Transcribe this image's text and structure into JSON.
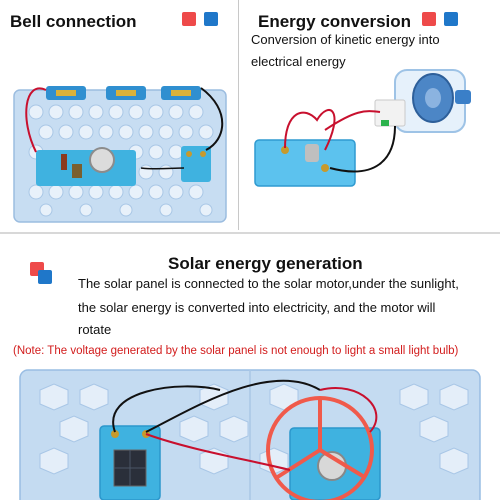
{
  "panels": {
    "bell": {
      "title": "Bell connection"
    },
    "energy": {
      "title": "Energy conversion",
      "desc_line1": "Conversion of kinetic energy into",
      "desc_line2": "electrical energy"
    },
    "solar": {
      "title": "Solar energy generation",
      "line1": "The solar panel is connected to the solar motor,under the sunlight,",
      "line2": "the solar energy is converted into electricity, and the motor will",
      "line3": "rotate",
      "note": "(Note: The voltage generated by the solar panel is not enough to light a small light bulb)"
    }
  },
  "colors": {
    "swatch_red": "#ee4a4a",
    "swatch_blue": "#1f77c9",
    "note_red": "#d21c1c",
    "board_blue": "#bcd6ee",
    "module_blue": "#3fb2e0",
    "wire_red": "#c8102e",
    "wire_black": "#111111"
  },
  "icons": [
    "color-swatch-pair",
    "circuit-board-photo",
    "bell-module",
    "battery-holder",
    "generator-crank",
    "solar-panel",
    "propeller-motor"
  ]
}
